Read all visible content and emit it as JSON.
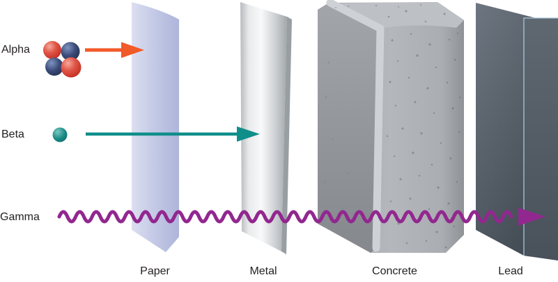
{
  "particles": [
    {
      "name": "alpha",
      "label": "Alpha"
    },
    {
      "name": "beta",
      "label": "Beta"
    },
    {
      "name": "gamma",
      "label": "Gamma"
    }
  ],
  "barriers": [
    {
      "name": "paper",
      "label": "Paper"
    },
    {
      "name": "metal",
      "label": "Metal"
    },
    {
      "name": "concrete",
      "label": "Concrete"
    },
    {
      "name": "lead",
      "label": "Lead"
    }
  ],
  "colors": {
    "alpha_arrow": "#f15a29",
    "beta_arrow": "#0f8e8a",
    "gamma_wave": "#92278f",
    "alpha_red": "#d23a2e",
    "alpha_navy": "#34426d",
    "beta_teal": "#178783",
    "paper": "#c2c8e5",
    "metal": "#e8eaeb",
    "concrete": "#b0b3b7",
    "lead": "#555e67",
    "lead_edge": "#a9c8da",
    "text": "#231f20"
  }
}
